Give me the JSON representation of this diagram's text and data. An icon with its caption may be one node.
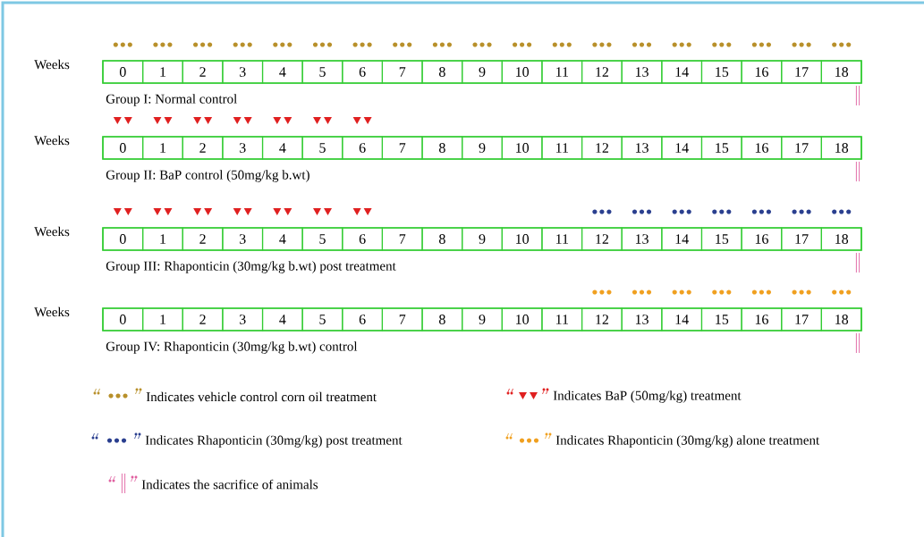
{
  "diagram": {
    "nodes": [
      {
        "text": [],
        "shape": "box",
        "beside": [
          "Weeks",
          "Group I: Normal control"
        ]
      },
      {
        "text": [
          "0"
        ],
        "in": 0
      },
      {
        "text": [
          "1"
        ],
        "in": 0
      },
      {
        "text": [
          "2"
        ],
        "in": 0
      },
      {
        "text": [
          "3"
        ],
        "in": 0
      },
      {
        "text": [
          "4"
        ],
        "in": 0
      },
      {
        "text": [
          "5"
        ],
        "in": 0
      },
      {
        "text": [
          "6"
        ],
        "in": 0
      },
      {
        "text": [
          "7"
        ],
        "in": 0
      },
      {
        "text": [
          "8"
        ],
        "in": 0
      },
      {
        "text": [
          "9"
        ],
        "in": 0
      },
      {
        "text": [
          "10"
        ],
        "in": 0
      },
      {
        "text": [
          "11"
        ],
        "in": 0
      },
      {
        "text": [
          "12"
        ],
        "in": 0
      },
      {
        "text": [
          "13"
        ],
        "in": 0
      },
      {
        "text": [
          "14"
        ],
        "in": 0
      },
      {
        "text": [
          "15"
        ],
        "in": 0
      },
      {
        "text": [
          "16"
        ],
        "in": 0
      },
      {
        "text": [
          "17"
        ],
        "in": 0
      },
      {
        "text": [
          "18"
        ],
        "in": 0
      },
      {
        "text": [],
        "shape": "box",
        "beside": [
          "Weeks",
          "Group II: BaP control (50mg/kg b.wt)"
        ]
      },
      {
        "text": [
          "0"
        ],
        "in": 20
      },
      {
        "text": [
          "1"
        ],
        "in": 20
      },
      {
        "text": [
          "2"
        ],
        "in": 20
      },
      {
        "text": [
          "3"
        ],
        "in": 20
      },
      {
        "text": [
          "4"
        ],
        "in": 20
      },
      {
        "text": [
          "5"
        ],
        "in": 20
      },
      {
        "text": [
          "6"
        ],
        "in": 20
      },
      {
        "text": [
          "7"
        ],
        "in": 20
      },
      {
        "text": [
          "8"
        ],
        "in": 20
      },
      {
        "text": [
          "9"
        ],
        "in": 20
      },
      {
        "text": [
          "10"
        ],
        "in": 20
      },
      {
        "text": [
          "11"
        ],
        "in": 20
      },
      {
        "text": [
          "12"
        ],
        "in": 20
      },
      {
        "text": [
          "13"
        ],
        "in": 20
      },
      {
        "text": [
          "14"
        ],
        "in": 20
      },
      {
        "text": [
          "15"
        ],
        "in": 20
      },
      {
        "text": [
          "16"
        ],
        "in": 20
      },
      {
        "text": [
          "17"
        ],
        "in": 20
      },
      {
        "text": [
          "18"
        ],
        "in": 20
      },
      {
        "text": [],
        "shape": "box",
        "beside": [
          "Weeks",
          "Group III: Rhaponticin (30mg/kg b.wt) post treatment"
        ]
      },
      {
        "text": [
          "0"
        ],
        "in": 40
      },
      {
        "text": [
          "1"
        ],
        "in": 40
      },
      {
        "text": [
          "2"
        ],
        "in": 40
      },
      {
        "text": [
          "3"
        ],
        "in": 40
      },
      {
        "text": [
          "4"
        ],
        "in": 40
      },
      {
        "text": [
          "5"
        ],
        "in": 40
      },
      {
        "text": [
          "6"
        ],
        "in": 40
      },
      {
        "text": [
          "7"
        ],
        "in": 40
      },
      {
        "text": [
          "8"
        ],
        "in": 40
      },
      {
        "text": [
          "9"
        ],
        "in": 40
      },
      {
        "text": [
          "10"
        ],
        "in": 40
      },
      {
        "text": [
          "11"
        ],
        "in": 40
      },
      {
        "text": [
          "12"
        ],
        "in": 40
      },
      {
        "text": [
          "13"
        ],
        "in": 40
      },
      {
        "text": [
          "14"
        ],
        "in": 40
      },
      {
        "text": [
          "15"
        ],
        "in": 40
      },
      {
        "text": [
          "16"
        ],
        "in": 40
      },
      {
        "text": [
          "17"
        ],
        "in": 40
      },
      {
        "text": [
          "18"
        ],
        "in": 40
      },
      {
        "text": [],
        "shape": "box",
        "beside": [
          "Weeks",
          "Group IV: Rhaponticin (30mg/kg b.wt) control"
        ]
      },
      {
        "text": [
          "0"
        ],
        "in": 60
      },
      {
        "text": [
          "1"
        ],
        "in": 60
      },
      {
        "text": [
          "2"
        ],
        "in": 60
      },
      {
        "text": [
          "3"
        ],
        "in": 60
      },
      {
        "text": [
          "4"
        ],
        "in": 60
      },
      {
        "text": [
          "5"
        ],
        "in": 60
      },
      {
        "text": [
          "6"
        ],
        "in": 60
      },
      {
        "text": [
          "7"
        ],
        "in": 60
      },
      {
        "text": [
          "8"
        ],
        "in": 60
      },
      {
        "text": [
          "9"
        ],
        "in": 60
      },
      {
        "text": [
          "10"
        ],
        "in": 60
      },
      {
        "text": [
          "11"
        ],
        "in": 60
      },
      {
        "text": [
          "12"
        ],
        "in": 60
      },
      {
        "text": [
          "13"
        ],
        "in": 60
      },
      {
        "text": [
          "14"
        ],
        "in": 60
      },
      {
        "text": [
          "15"
        ],
        "in": 60
      },
      {
        "text": [
          "16"
        ],
        "in": 60
      },
      {
        "text": [
          "17"
        ],
        "in": 60
      },
      {
        "text": [
          "18"
        ],
        "in": 60
      }
    ],
    "legend": [
      {
        "text": "Indicates vehicle control corn oil treatment"
      },
      {
        "text": "Indicates BaP (50mg/kg) treatment"
      },
      {
        "text": "Indicates Rhaponticin (30mg/kg) post treatment"
      },
      {
        "text": "Indicates Rhaponticin (30mg/kg) alone treatment"
      },
      {
        "text": "Indicates the sacrifice of animals"
      }
    ]
  }
}
